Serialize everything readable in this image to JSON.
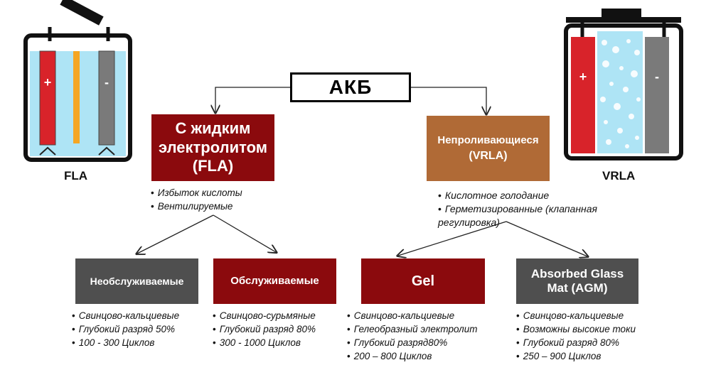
{
  "root": {
    "title": "АКБ"
  },
  "fla": {
    "title_lines": [
      "С жидким",
      "электролитом",
      "(FLA)"
    ],
    "bullets": [
      "Избыток кислоты",
      "Вентилируемые"
    ],
    "battery_label": "FLA",
    "plus_sign": "+",
    "minus_sign": "-"
  },
  "vrla": {
    "title_lines": [
      "Непроливающиеся",
      "(VRLA)"
    ],
    "bullets": [
      "Кислотное голодание",
      "Герметизированные (клапанная",
      "регулировка)"
    ],
    "battery_label": "VRLA",
    "plus_sign": "+",
    "minus_sign": "-"
  },
  "leaves": [
    {
      "title_lines": [
        "Необслуживаемые"
      ],
      "bullets": [
        "Свинцово-кальциевые",
        "Глубокий разряд 50%",
        "100 - 300 Циклов"
      ]
    },
    {
      "title_lines": [
        "Обслуживаемые"
      ],
      "bullets": [
        "Свинцово-сурьмяные",
        "Глубокий разряд 80%",
        "300 - 1000 Циклов"
      ]
    },
    {
      "title_lines": [
        "Gel"
      ],
      "bullets": [
        "Свинцово-кальциевые",
        "Гелеобразный электролит",
        "Глубокий разряд80%",
        "200 – 800 Циклов"
      ]
    },
    {
      "title_lines": [
        "Absorbed Glass",
        "Mat (AGM)"
      ],
      "bullets": [
        "Свинцово-кальциевые",
        "Возможны высокие токи",
        "Глубокий разряд 80%",
        "250 – 900 Циклов"
      ]
    }
  ],
  "colors": {
    "dark_red": "#8b0a0d",
    "brown": "#b06a36",
    "dark_gray": "#4f4f4f",
    "electrolyte_blue": "#aee4f5",
    "plate_red": "#d8232a",
    "plate_gray": "#7a7a7a",
    "separator_yellow": "#f5a623"
  }
}
